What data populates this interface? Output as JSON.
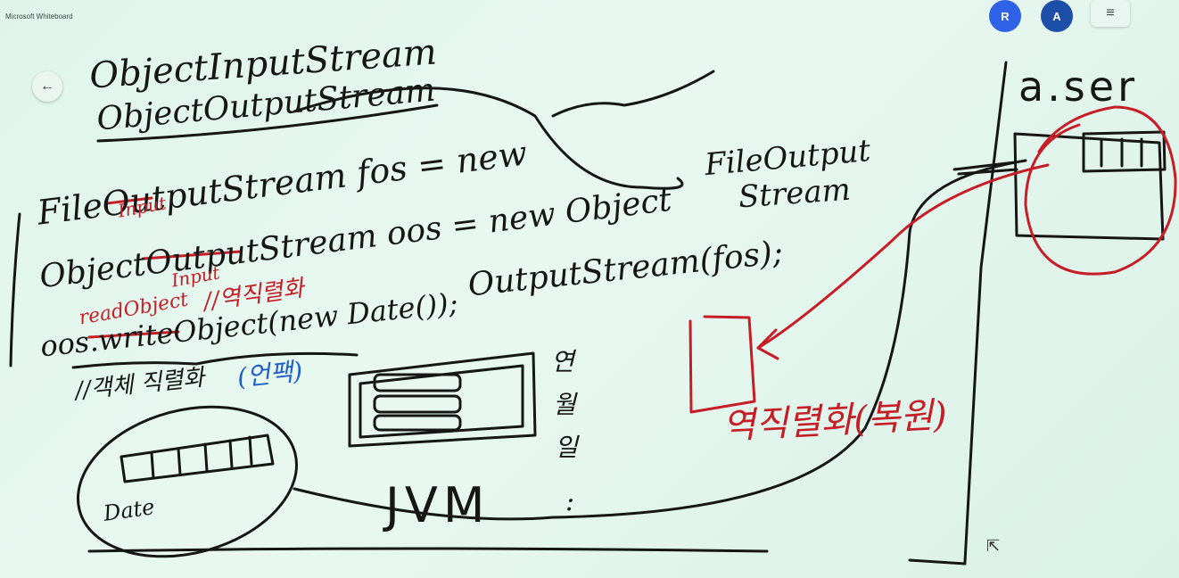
{
  "window": {
    "title": "Microsoft Whiteboard"
  },
  "header": {
    "back_icon": "←",
    "avatars": [
      {
        "initial": "R"
      },
      {
        "initial": "A"
      }
    ],
    "menu_icon": "≡"
  },
  "board": {
    "black_lines": {
      "ois": "ObjectInputStream",
      "oos_heading": "ObjectOutputStream",
      "fos_decl": "FileOutputStream fos = new",
      "fos_cont1": "FileOutput",
      "fos_cont2": "Stream",
      "oos_decl": "ObjectOutputStream oos = new Object",
      "oos_cont": "OutputStream(fos);",
      "write": "oos.writeObject(new Date());",
      "serial_comment": "//객체 직렬화",
      "date_label": "Date",
      "jvm": "JVM",
      "file_name": "a.ser",
      "side_1": "연",
      "side_2": "월",
      "side_3": "일",
      "dots": ":"
    },
    "red_lines": {
      "input_over": "Input",
      "input_over2": "Input",
      "read_obj": "readObject",
      "deser1": "//역직렬화",
      "deser2": "역직렬화(복원)"
    },
    "blue_lines": {
      "unpack": "(언팩)"
    },
    "colors": {
      "black_ink": "#161616",
      "red_ink": "#c61d26",
      "blue_ink": "#1f5ec9",
      "background": "#e2f6ee"
    }
  }
}
